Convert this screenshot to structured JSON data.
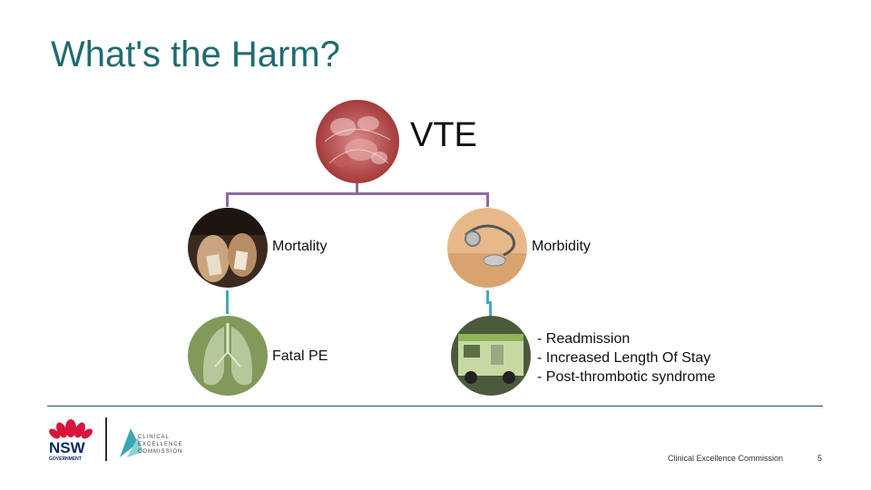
{
  "title": "What's the Harm?",
  "root": {
    "label": "VTE"
  },
  "nodes": {
    "mortality": "Mortality",
    "morbidity": "Morbidity",
    "fatal_pe": "Fatal PE",
    "outcomes": [
      "- Readmission",
      "- Increased Length Of Stay",
      "- Post-thrombotic syndrome"
    ]
  },
  "footer": {
    "org": "Clinical Excellence Commission",
    "page": "5",
    "nsw_logo": "NSW",
    "nsw_sub": "GOVERNMENT",
    "cec_logo": [
      "CLINICAL",
      "EXCELLENCE",
      "COMMISSION"
    ]
  },
  "colors": {
    "title": "#1f6b70",
    "tree_connector": "#8a6a9e",
    "sub_connector": "#4aa7bf",
    "footer_rule": "#1f4e6e"
  },
  "icons": {
    "root": "blood-clot-icon",
    "mortality": "toe-tag-icon",
    "morbidity": "stethoscope-icon",
    "fatal_pe": "lungs-icon",
    "outcomes": "ambulance-icon"
  }
}
